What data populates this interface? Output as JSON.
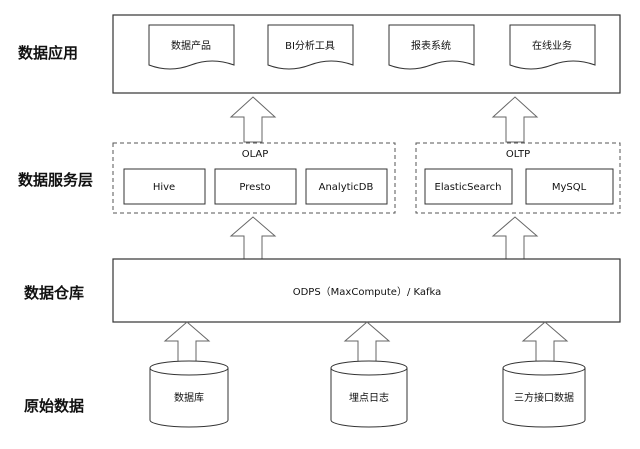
{
  "layers": {
    "application": "数据应用",
    "service": "数据服务层",
    "warehouse": "数据仓库",
    "raw": "原始数据"
  },
  "application_items": [
    "数据产品",
    "BI分析工具",
    "报表系统",
    "在线业务"
  ],
  "olap": {
    "title": "OLAP",
    "items": [
      "Hive",
      "Presto",
      "AnalyticDB"
    ]
  },
  "oltp": {
    "title": "OLTP",
    "items": [
      "ElasticSearch",
      "MySQL"
    ]
  },
  "warehouse_text": "ODPS（MaxCompute）/ Kafka",
  "raw_items": [
    "数据库",
    "埋点日志",
    "三方接口数据"
  ],
  "colors": {
    "stroke": "#333333",
    "arrow_stroke": "#666666",
    "dashed": "#555555"
  }
}
